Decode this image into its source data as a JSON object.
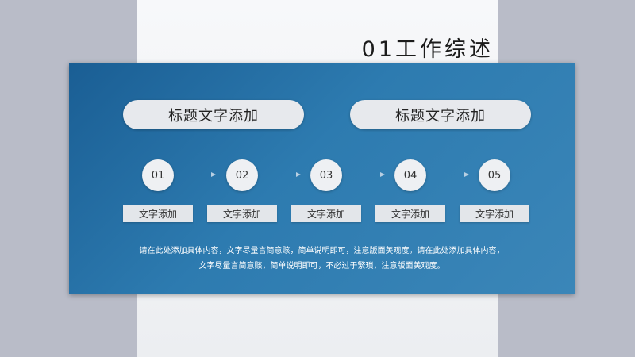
{
  "slide": {
    "title": "01工作综述",
    "headings": [
      "标题文字添加",
      "标题文字添加"
    ],
    "steps": [
      {
        "number": "01",
        "label": "文字添加"
      },
      {
        "number": "02",
        "label": "文字添加"
      },
      {
        "number": "03",
        "label": "文字添加"
      },
      {
        "number": "04",
        "label": "文字添加"
      },
      {
        "number": "05",
        "label": "文字添加"
      }
    ],
    "description": [
      "请在此处添加具体内容，文字尽量言简意赅，简单说明即可，注意版面美观度。请在此处添加具体内容，",
      "文字尽量言简意赅，简单说明即可，不必过于繁琐，注意版面美观度。"
    ]
  },
  "colors": {
    "panel_blue": "#2a72a8",
    "pill_gray": "#e7e9ed",
    "page_gray": "#b9bcc8"
  }
}
